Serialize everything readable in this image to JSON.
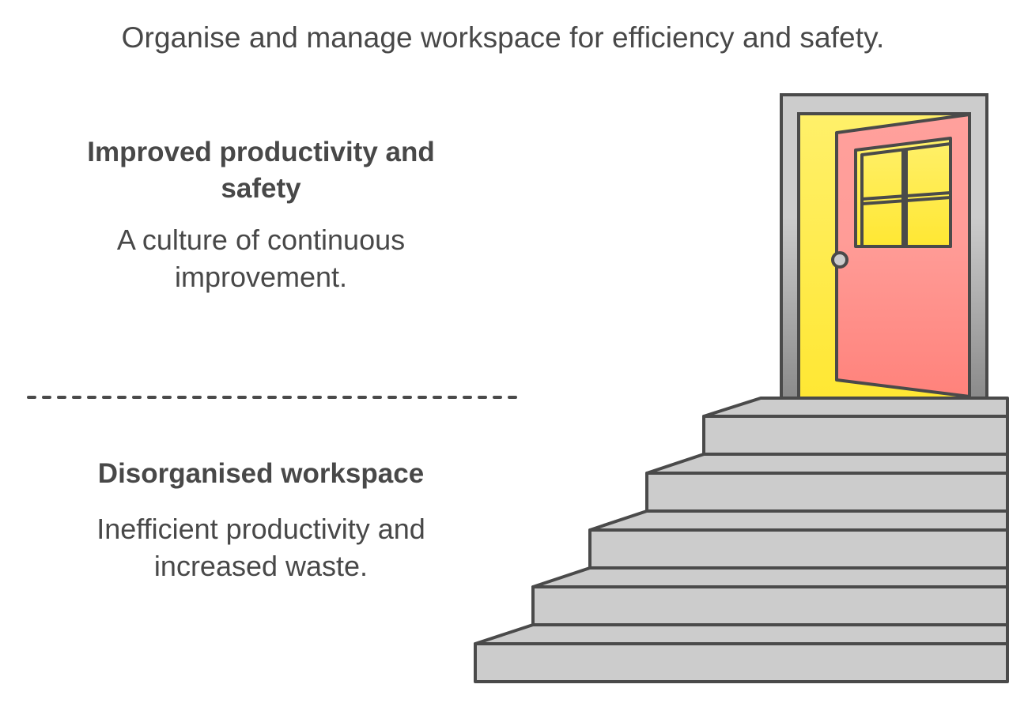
{
  "title": "Organise and manage workspace for efficiency and safety.",
  "levels": [
    {
      "position": "top",
      "heading": "Improved productivity and safety",
      "heading_lines": [
        "Improved productivity and",
        "safety"
      ],
      "description": "A culture of continuous improvement.",
      "description_lines": [
        "A culture of continuous",
        "improvement."
      ]
    },
    {
      "position": "bottom",
      "heading": "Disorganised workspace",
      "heading_lines": [
        "Disorganised workspace"
      ],
      "description": "Inefficient productivity and increased waste.",
      "description_lines": [
        "Inefficient productivity and",
        "increased waste."
      ]
    }
  ],
  "illustration": {
    "icon": "open-door-on-staircase",
    "steps": 5,
    "colors": {
      "outline": "#4a4a4a",
      "stairs": "#cccccc",
      "frame_top": "#cccccc",
      "frame_bottom": "#8c8c8c",
      "doorway_light_top": "#fff06a",
      "doorway_light_bottom": "#ffe733",
      "door_top": "#ffa09c",
      "door_bottom": "#ff837c",
      "knob": "#cccccc",
      "divider": "#4a4a4a"
    }
  }
}
